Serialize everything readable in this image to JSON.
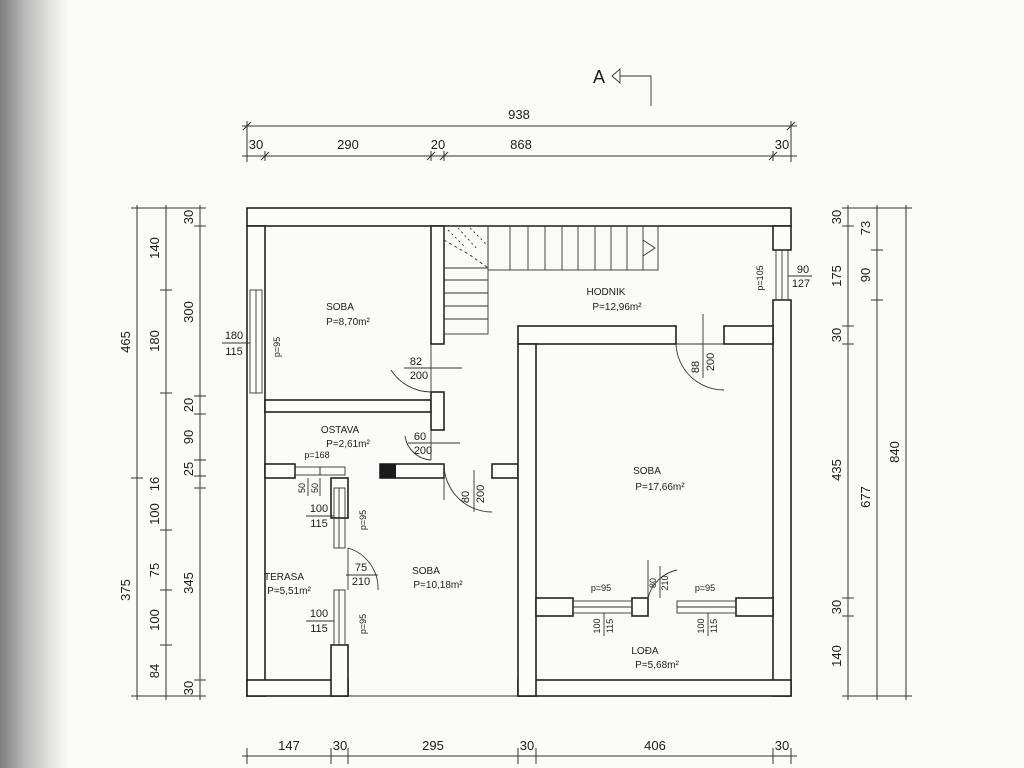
{
  "section_marker": "A",
  "top_dims": {
    "total": "938",
    "wall_left": "30",
    "room_left": "290",
    "partition": "20",
    "right_block": "868",
    "wall_right": "30"
  },
  "bottom_dims": [
    "147",
    "30",
    "295",
    "30",
    "406",
    "30"
  ],
  "left_outer": [
    "465",
    "375"
  ],
  "left_mid": [
    "140",
    "180",
    "100",
    "75",
    "100",
    "84"
  ],
  "left_inner": [
    "30",
    "300",
    "20",
    "90",
    "25",
    "16",
    "345",
    "30"
  ],
  "right_inner": [
    "30",
    "175",
    "30",
    "435",
    "30",
    "140"
  ],
  "right_mid": [
    "73",
    "90",
    "677"
  ],
  "right_outer": [
    "840"
  ],
  "rooms": {
    "soba1": {
      "name": "SOBA",
      "area": "P=8,70m²"
    },
    "hodnik": {
      "name": "HODNIK",
      "area": "P=12,96m²"
    },
    "ostava": {
      "name": "OSTAVA",
      "area": "P=2,61m²"
    },
    "soba2": {
      "name": "SOBA",
      "area": "P=17,66m²"
    },
    "terasa": {
      "name": "TERASA",
      "area": "P=5,51m²"
    },
    "soba3": {
      "name": "SOBA",
      "area": "P=10,18m²"
    },
    "loda": {
      "name": "LOĐA",
      "area": "P=5,68m²"
    }
  },
  "openings": {
    "win_left_top": "180",
    "win_left_bot": "115",
    "win_left_p": "p=95",
    "door1_w": "82",
    "door1_h": "200",
    "door_ostava_w": "60",
    "door_ostava_h": "200",
    "door_hall_w": "80",
    "door_hall_h": "200",
    "door_soba2_w": "88",
    "door_soba2_h": "200",
    "win_right_p": "p=105",
    "win_right_top": "90",
    "win_right_bot": "127",
    "win_mid_p": "p=168",
    "win_mid_a": "50",
    "win_mid_b": "50",
    "win_ter1_top": "100",
    "win_ter1_bot": "115",
    "win_ter1_p": "p=95",
    "door_ter_w": "75",
    "door_ter_h": "210",
    "win_ter2_top": "100",
    "win_ter2_bot": "115",
    "win_ter2_p": "p=95",
    "win_loda1_p": "p=95",
    "win_loda1_a": "100",
    "win_loda1_b": "115",
    "door_loda_w": "80",
    "door_loda_h": "210",
    "win_loda2_p": "p=95",
    "win_loda2_a": "100",
    "win_loda2_b": "115"
  }
}
